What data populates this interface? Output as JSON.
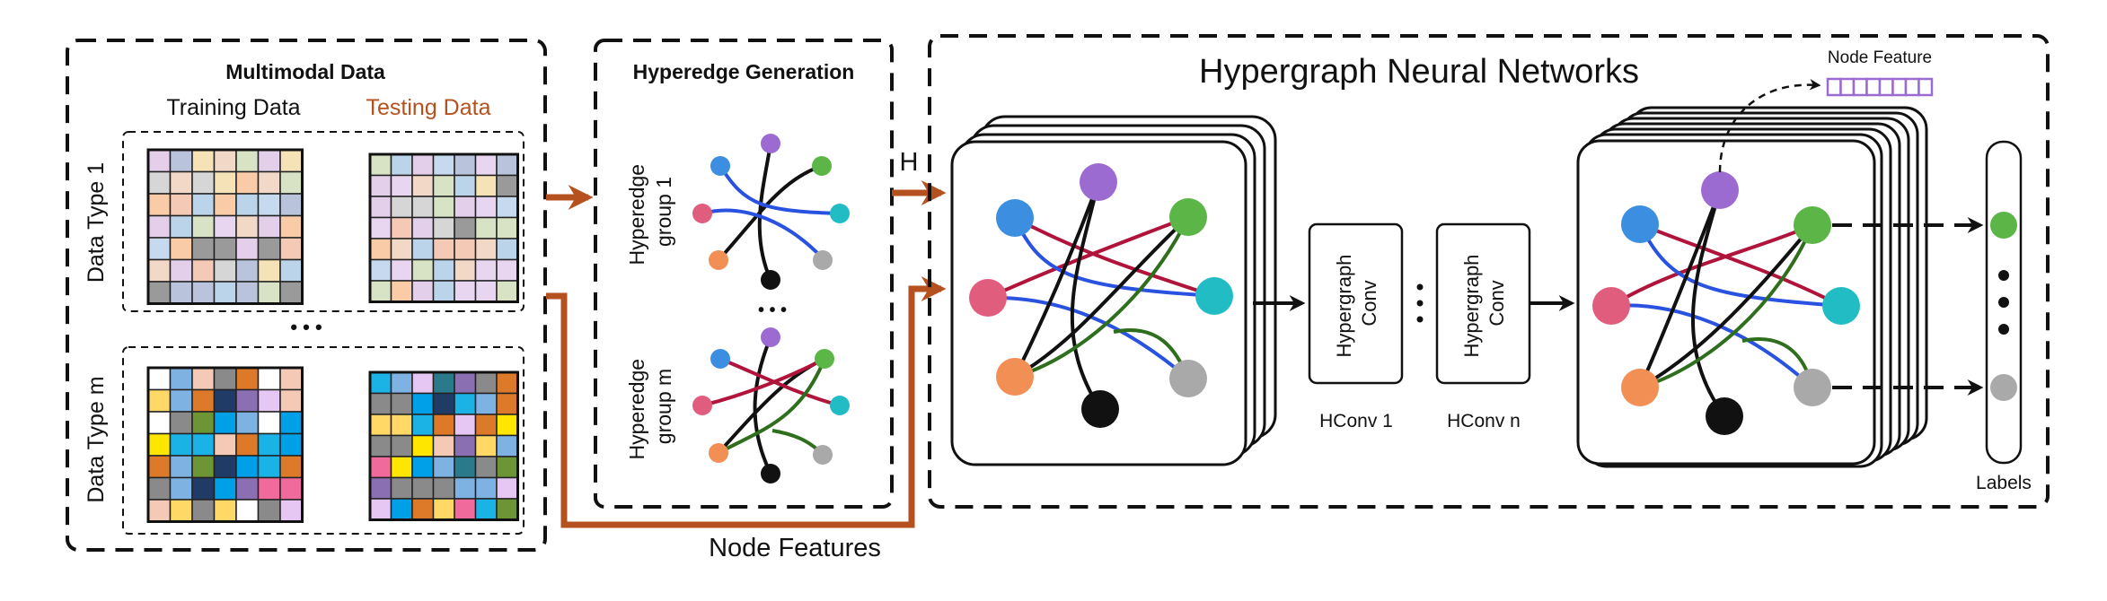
{
  "multimodal": {
    "title": "Multimodal Data",
    "training_label": "Training Data",
    "testing_label": "Testing Data",
    "data_type_1": "Data Type 1",
    "data_type_m": "Data Type m",
    "ellipsis": "• • •"
  },
  "hyperedge": {
    "title": "Hyperedge Generation",
    "group_1": [
      "Hyperedge",
      "group 1"
    ],
    "group_m": [
      "Hyperedge",
      "group m"
    ],
    "ellipsis": "• • •"
  },
  "hgnn": {
    "title": "Hypergraph Neural Networks",
    "node_feature": "Node Feature",
    "conv_1": [
      "Hypergraph",
      "Conv"
    ],
    "conv_n": [
      "Hypergraph",
      "Conv"
    ],
    "conv_1_caption": "HConv 1",
    "conv_n_caption": "HConv n",
    "labels": "Labels"
  },
  "arrows": {
    "h_label": "H",
    "node_features": "Node Features"
  },
  "colors": {
    "testing_text": "#b5511e",
    "orange_arrow": "#b5511e",
    "node_blue": "#3b8ee0",
    "node_purple": "#9b6bd1",
    "node_green": "#5bb547",
    "node_pink": "#e15d7e",
    "node_cyan": "#22bcc4",
    "node_orange": "#f28f55",
    "node_gray": "#a9a9a9",
    "node_black": "#111111",
    "edge_blue": "#2a52e0",
    "edge_red": "#b0143a",
    "edge_green": "#2e6e1d"
  }
}
